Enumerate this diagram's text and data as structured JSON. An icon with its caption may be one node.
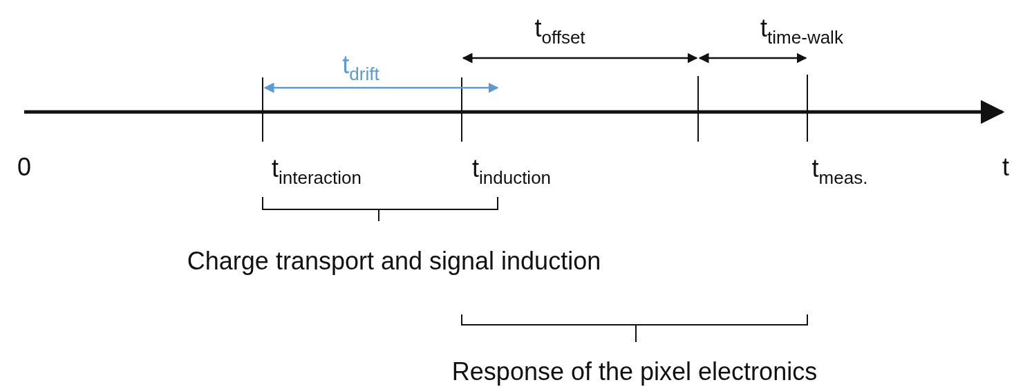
{
  "diagram": {
    "labels": [
      "t$_{offset}$",
      "t$_{time-walk}$",
      "t$_{drift}$",
      "0",
      "t$_{interaction}$",
      "t$_{induction}$",
      "t$_{meas.}$",
      "t",
      "Charge transport and signal induction",
      "Response of the pixel electronics"
    ]
  }
}
